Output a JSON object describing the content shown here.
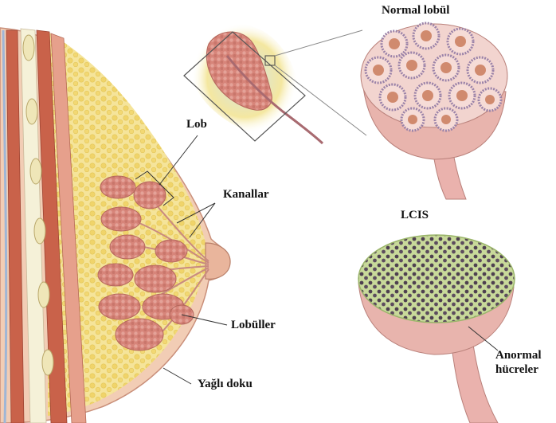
{
  "labels": {
    "normal_lobule": "Normal lobül",
    "lcis": "LCIS",
    "lob": "Lob",
    "kanallar": "Kanallar",
    "lobuller": "Lobüller",
    "yagli_doku": "Yağlı doku",
    "anormal": "Anormal",
    "hucreler": "hücreler"
  },
  "colors": {
    "background": "#ffffff",
    "skin": "#f2cdb5",
    "fat": "#f3e189",
    "muscle": "#c9624a",
    "lobule": "#d98a7c",
    "duct": "#c98a80",
    "abnormal_cell": "#5a4a58",
    "lcis_surface": "#b7cf88",
    "leader_line": "#333333"
  },
  "icons": {
    "lobule_detail": "normal-lobule-illustration",
    "lcis_detail": "lcis-lobule-illustration",
    "breast_cross_section": "breast-cross-section-illustration",
    "lobe_inset": "lobe-inset-illustration"
  }
}
